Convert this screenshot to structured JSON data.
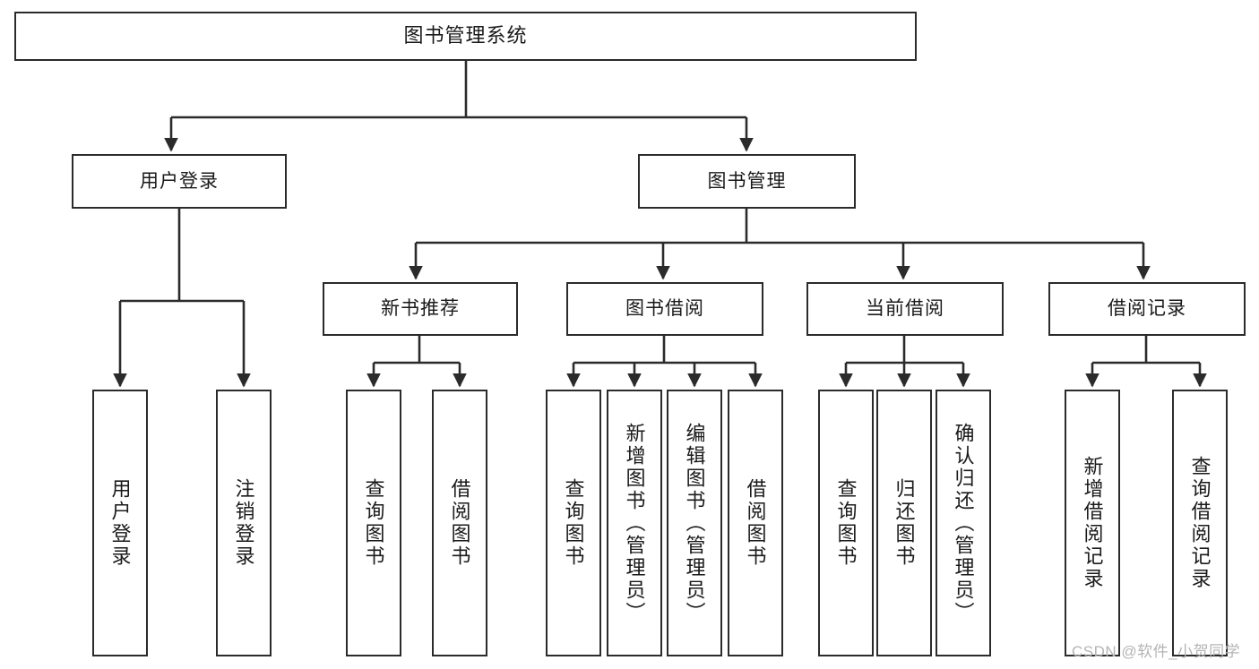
{
  "diagram": {
    "type": "tree",
    "title": "图书管理系统",
    "orientation": "top-down",
    "colors": {
      "box_border": "#2b2b2b",
      "box_fill": "#ffffff",
      "connector": "#2b2b2b",
      "text": "#1a1a1a",
      "watermark": "#b4b4b4",
      "background": "#ffffff"
    },
    "root": {
      "label": "图书管理系统"
    },
    "level1": [
      {
        "label": "用户登录"
      },
      {
        "label": "图书管理"
      }
    ],
    "level2": [
      {
        "label": "新书推荐"
      },
      {
        "label": "图书借阅"
      },
      {
        "label": "当前借阅"
      },
      {
        "label": "借阅记录"
      }
    ],
    "leaves": {
      "user_login": [
        {
          "label": "用户登录"
        },
        {
          "label": "注销登录"
        }
      ],
      "new_book_recommend": [
        {
          "label": "查询图书"
        },
        {
          "label": "借阅图书"
        }
      ],
      "book_borrow": [
        {
          "label": "查询图书"
        },
        {
          "label": "新增图书（管理员）"
        },
        {
          "label": "编辑图书（管理员）"
        },
        {
          "label": "借阅图书"
        }
      ],
      "current_borrow": [
        {
          "label": "查询图书"
        },
        {
          "label": "归还图书"
        },
        {
          "label": "确认归还（管理员）"
        }
      ],
      "borrow_record": [
        {
          "label": "新增借阅记录"
        },
        {
          "label": "查询借阅记录"
        }
      ]
    }
  },
  "watermark": {
    "text": "CSDN @软件_小贺同学"
  }
}
